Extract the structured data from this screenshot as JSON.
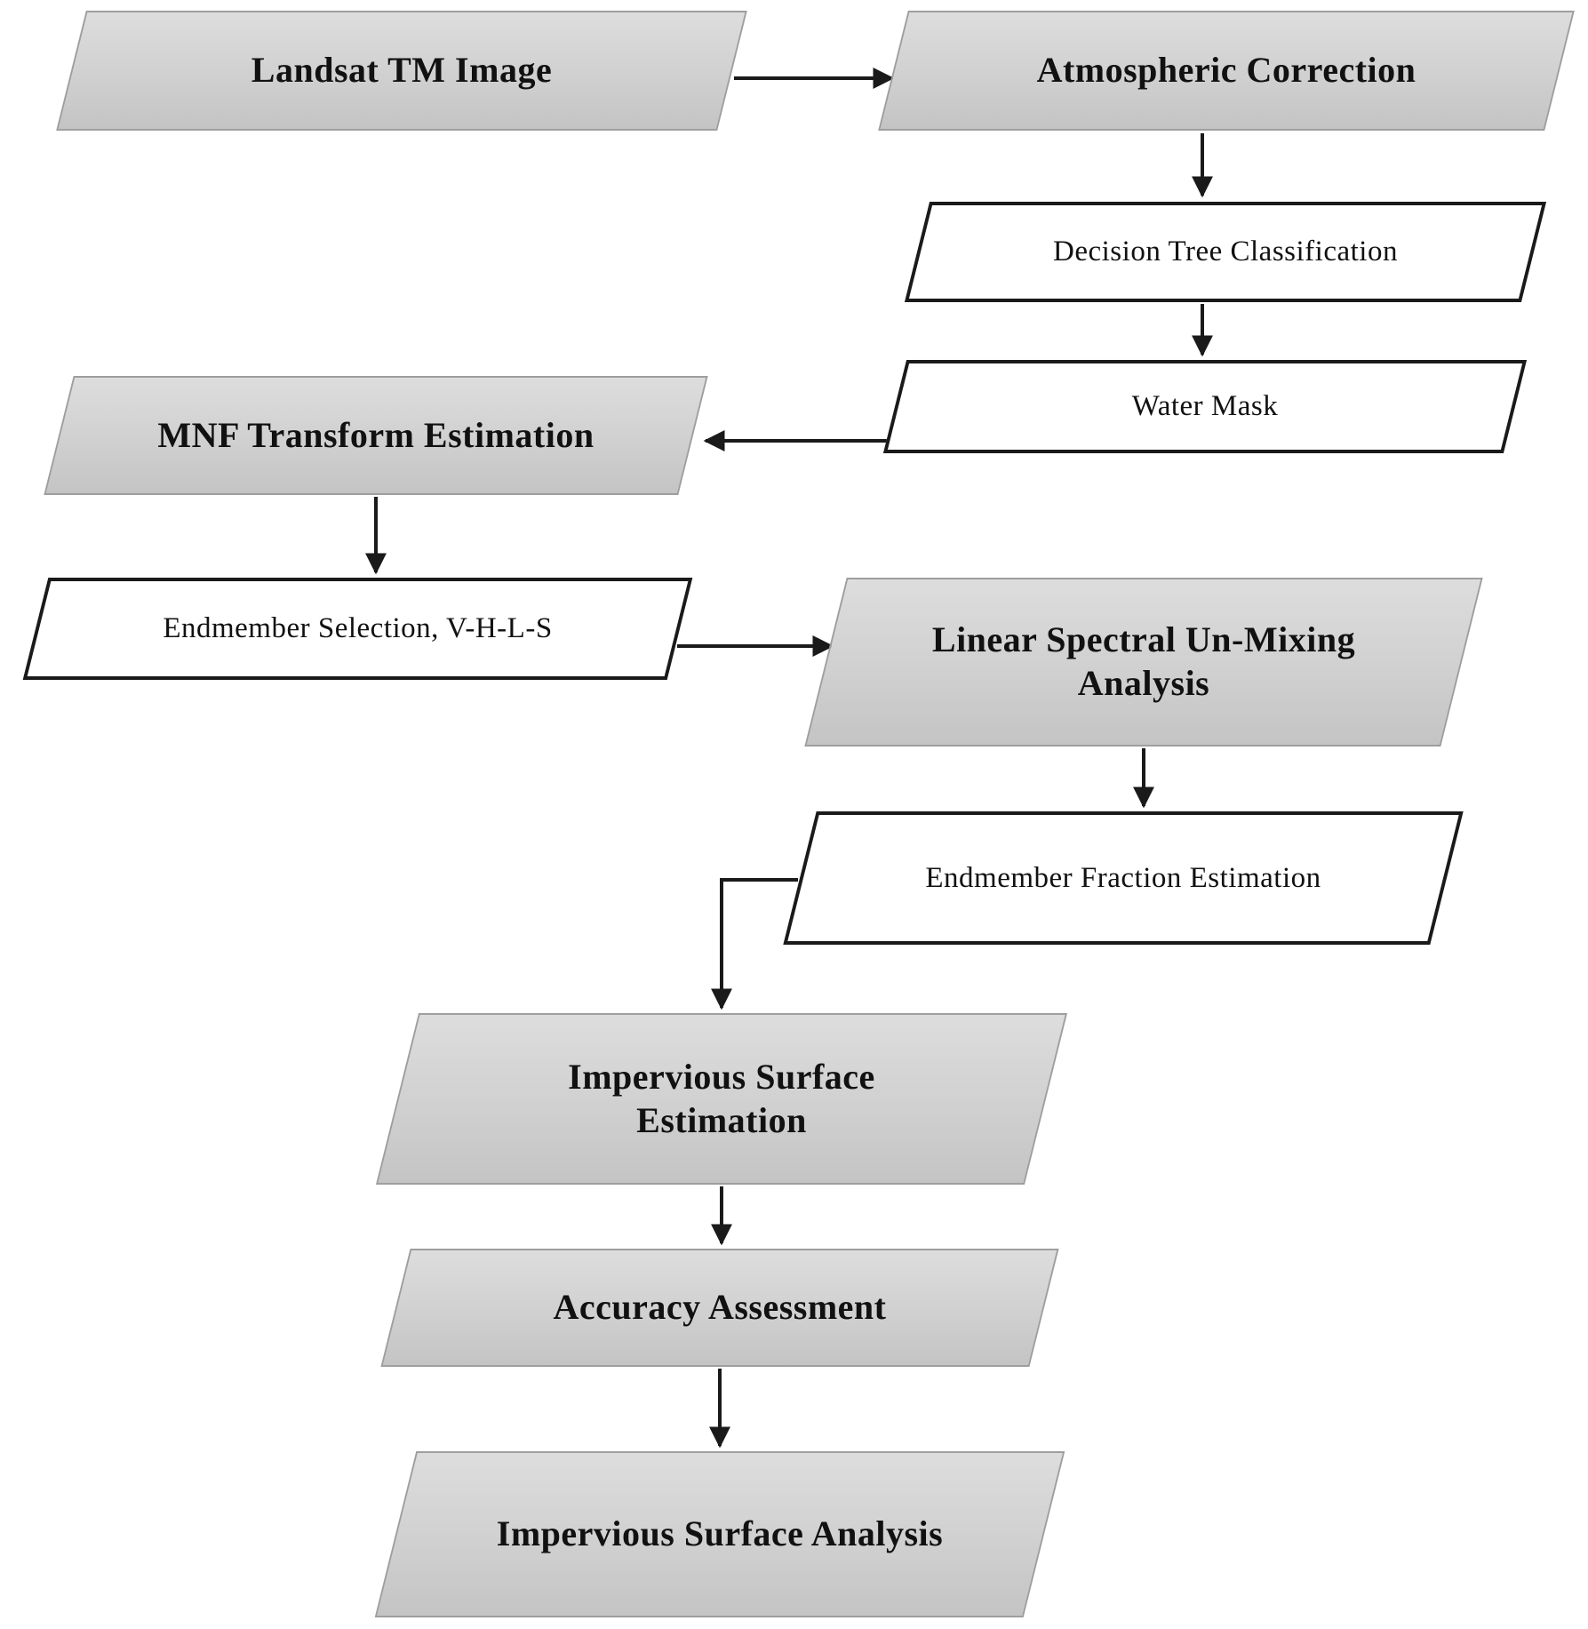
{
  "diagram": {
    "type": "flowchart",
    "description": "Impervious surface estimation workflow from Landsat TM imagery",
    "nodes": [
      {
        "id": "landsat-tm-image",
        "label": "Landsat TM Image",
        "shape": "parallelogram",
        "fill": "gray"
      },
      {
        "id": "atmospheric-correction",
        "label": "Atmospheric Correction",
        "shape": "parallelogram",
        "fill": "gray"
      },
      {
        "id": "decision-tree-classification",
        "label": "Decision Tree Classification",
        "shape": "parallelogram",
        "fill": "white"
      },
      {
        "id": "water-mask",
        "label": "Water Mask",
        "shape": "parallelogram",
        "fill": "white"
      },
      {
        "id": "mnf-transform-estimation",
        "label": "MNF Transform Estimation",
        "shape": "parallelogram",
        "fill": "gray"
      },
      {
        "id": "endmember-selection",
        "label": "Endmember Selection, V-H-L-S",
        "shape": "parallelogram",
        "fill": "white"
      },
      {
        "id": "linear-spectral-unmixing",
        "label": "Linear Spectral Un-Mixing Analysis",
        "shape": "parallelogram",
        "fill": "gray"
      },
      {
        "id": "endmember-fraction-estimation",
        "label": "Endmember Fraction Estimation",
        "shape": "parallelogram",
        "fill": "white"
      },
      {
        "id": "impervious-surface-estimation",
        "label": "Impervious Surface Estimation",
        "shape": "parallelogram",
        "fill": "gray"
      },
      {
        "id": "accuracy-assessment",
        "label": "Accuracy Assessment",
        "shape": "parallelogram",
        "fill": "gray"
      },
      {
        "id": "impervious-surface-analysis",
        "label": "Impervious Surface Analysis",
        "shape": "parallelogram",
        "fill": "gray"
      }
    ],
    "edges": [
      {
        "from": "landsat-tm-image",
        "to": "atmospheric-correction"
      },
      {
        "from": "atmospheric-correction",
        "to": "decision-tree-classification"
      },
      {
        "from": "decision-tree-classification",
        "to": "water-mask"
      },
      {
        "from": "water-mask",
        "to": "mnf-transform-estimation"
      },
      {
        "from": "mnf-transform-estimation",
        "to": "endmember-selection"
      },
      {
        "from": "endmember-selection",
        "to": "linear-spectral-unmixing"
      },
      {
        "from": "linear-spectral-unmixing",
        "to": "endmember-fraction-estimation"
      },
      {
        "from": "endmember-fraction-estimation",
        "to": "impervious-surface-estimation"
      },
      {
        "from": "impervious-surface-estimation",
        "to": "accuracy-assessment"
      },
      {
        "from": "accuracy-assessment",
        "to": "impervious-surface-analysis"
      }
    ],
    "colors": {
      "background": "#ffffff",
      "gray_node_fill": "#d0d0d0",
      "gray_node_border": "#9e9e9e",
      "white_node_fill": "#ffffff",
      "white_node_border": "#1a1a1a",
      "arrow": "#1a1a1a",
      "text": "#111111"
    }
  }
}
